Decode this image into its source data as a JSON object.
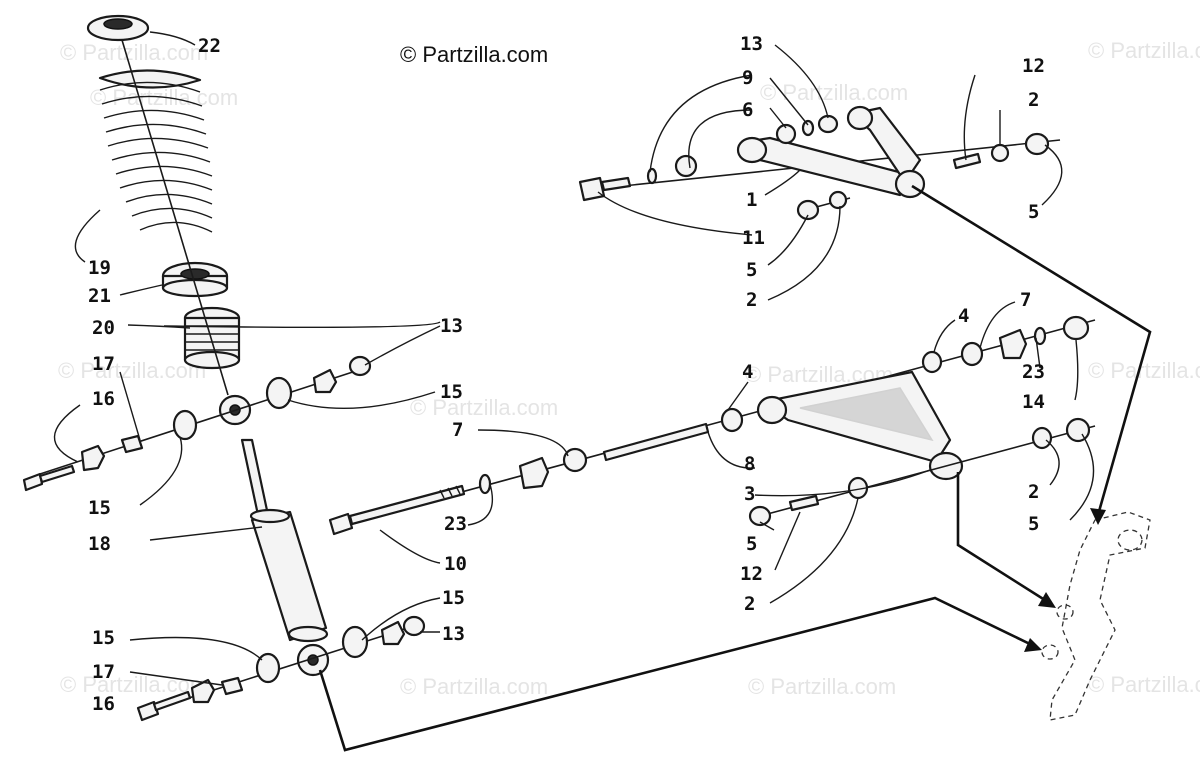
{
  "watermark_text": "© Partzilla.com",
  "copyright_notice": "© Partzilla.com",
  "callouts": {
    "c22": "22",
    "c19": "19",
    "c21": "21",
    "c20": "20",
    "c17a": "17",
    "c16a": "16",
    "c15a": "15",
    "c18": "18",
    "c15b": "15",
    "c17b": "17",
    "c16b": "16",
    "c13a": "13",
    "c15c": "15",
    "c15d": "15",
    "c13b": "13",
    "c7a": "7",
    "c23a": "23",
    "c10": "10",
    "c8": "8",
    "c4a": "4",
    "c3": "3",
    "c5a": "5",
    "c12a": "12",
    "c2a": "2",
    "c4b": "4",
    "c7b": "7",
    "c23b": "23",
    "c14": "14",
    "c2b": "2",
    "c5b": "5",
    "c13c": "13",
    "c9": "9",
    "c6": "6",
    "c1": "1",
    "c11": "11",
    "c5c": "5",
    "c2c": "2",
    "c12b": "12",
    "c2d": "2",
    "c5d": "5"
  }
}
